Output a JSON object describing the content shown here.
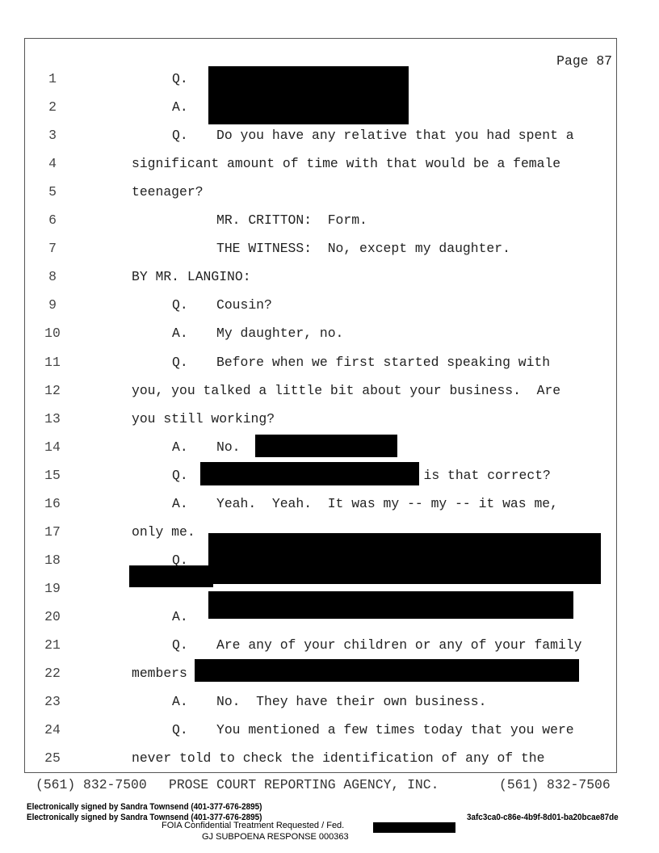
{
  "page_label": "Page 87",
  "lines": [
    {
      "n": "1",
      "speaker": "Q.",
      "text": ""
    },
    {
      "n": "2",
      "speaker": "A.",
      "text": ""
    },
    {
      "n": "3",
      "speaker": "Q.",
      "text": "Do you have any relative that you had spent a"
    },
    {
      "n": "4",
      "speaker": "",
      "text": "significant amount of time with that would be a female"
    },
    {
      "n": "5",
      "speaker": "",
      "text": "teenager?"
    },
    {
      "n": "6",
      "speaker": "",
      "text": "MR. CRITTON:  Form.",
      "indent": true
    },
    {
      "n": "7",
      "speaker": "",
      "text": "THE WITNESS:  No, except my daughter.",
      "indent": true
    },
    {
      "n": "8",
      "speaker": "",
      "text": "BY MR. LANGINO:"
    },
    {
      "n": "9",
      "speaker": "Q.",
      "text": "Cousin?"
    },
    {
      "n": "10",
      "speaker": "A.",
      "text": "My daughter, no."
    },
    {
      "n": "11",
      "speaker": "Q.",
      "text": "Before when we first started speaking with"
    },
    {
      "n": "12",
      "speaker": "",
      "text": "you, you talked a little bit about your business.  Are"
    },
    {
      "n": "13",
      "speaker": "",
      "text": "you still working?"
    },
    {
      "n": "14",
      "speaker": "A.",
      "text": "No."
    },
    {
      "n": "15",
      "speaker": "Q.",
      "text": "                         is that correct?"
    },
    {
      "n": "16",
      "speaker": "A.",
      "text": "Yeah.  Yeah.  It was my -- my -- it was me,"
    },
    {
      "n": "17",
      "speaker": "",
      "text": "only me."
    },
    {
      "n": "18",
      "speaker": "Q.",
      "text": ""
    },
    {
      "n": "19",
      "speaker": "",
      "text": ""
    },
    {
      "n": "20",
      "speaker": "A.",
      "text": ""
    },
    {
      "n": "21",
      "speaker": "Q.",
      "text": "Are any of your children or any of your family"
    },
    {
      "n": "22",
      "speaker": "",
      "text": "members"
    },
    {
      "n": "23",
      "speaker": "A.",
      "text": "No.  They have their own business."
    },
    {
      "n": "24",
      "speaker": "Q.",
      "text": "You mentioned a few times today that you were"
    },
    {
      "n": "25",
      "speaker": "",
      "text": "never told to check the identification of any of the"
    }
  ],
  "footer": {
    "phone_left": "(561) 832-7500",
    "agency": "PROSE COURT REPORTING AGENCY, INC.",
    "phone_right": "(561) 832-7506"
  },
  "stamps": {
    "signed_1": "Electronically signed by Sandra Townsend (401-377-676-2895)",
    "signed_2": "Electronically signed by Sandra Townsend (401-377-676-2895)",
    "hash": "3afc3ca0-c86e-4b9f-8d01-ba20bcae87de",
    "foia": "FOIA Confidential Treatment Requested / Fed.",
    "bates": "GJ SUBPOENA RESPONSE 000363"
  }
}
